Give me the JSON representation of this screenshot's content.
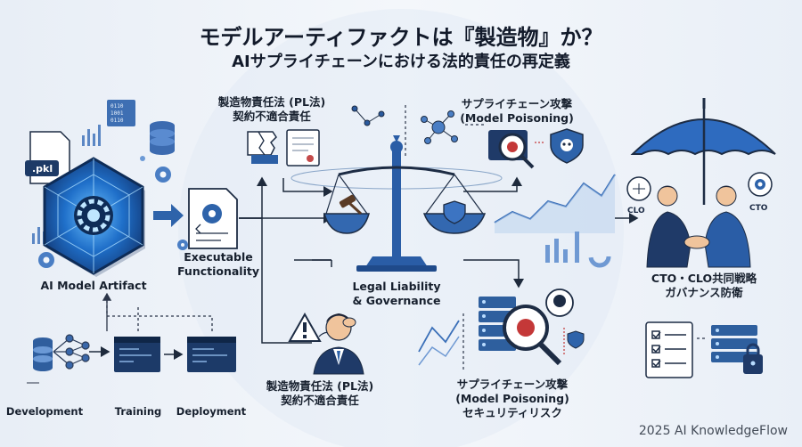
{
  "header": {
    "title": "モデルアーティファクトは『製造物』か？",
    "subtitle": "AIサプライチェーンにおける法的責任の再定義"
  },
  "artifact": {
    "file_badge": ".pkl",
    "label": "AI Model Artifact"
  },
  "pipeline": {
    "stages": [
      "Development",
      "Training",
      "Deployment"
    ]
  },
  "functionality": {
    "label_line1": "Executable",
    "label_line2": "Functionality"
  },
  "liability_top": {
    "line1": "製造物責任法 (PL法)",
    "line2": "契約不適合責任"
  },
  "liability_bottom": {
    "line1": "製造物責任法 (PL法)",
    "line2": "契約不適合責任"
  },
  "scale": {
    "label_line1": "Legal Liability",
    "label_line2": "& Governance"
  },
  "attack_top": {
    "line1": "サプライチェーン攻撃",
    "line2": "(Model Poisoning)"
  },
  "attack_bottom": {
    "line1": "サプライチェーン攻撃",
    "line2": "(Model Poisoning)",
    "line3": "セキュリティリスク"
  },
  "governance": {
    "left_badge": "CLO",
    "right_badge": "CTO",
    "line1": "CTO・CLO共同戦略",
    "line2": "ガバナンス防衛"
  },
  "footer": {
    "credit": "2025 AI KnowledgeFlow"
  }
}
